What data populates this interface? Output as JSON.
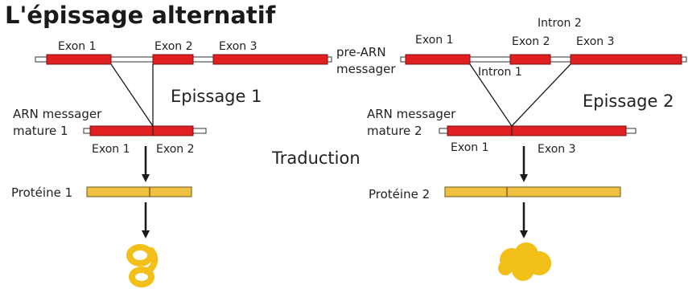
{
  "title": "L'épissage alternatif",
  "colors": {
    "exon": "#e02020",
    "exon_border": "#7a1010",
    "protein": "#f0c040",
    "protein_border": "#6b5a20",
    "shape": "#f2c018",
    "line": "#1a1a1a"
  },
  "labels": {
    "exon1_top_left": "Exon 1",
    "exon2_top_left": "Exon 2",
    "exon3_top_left": "Exon 3",
    "pre_arn_line1": "pre-ARN",
    "pre_arn_line2": "messager",
    "epissage1": "Epissage 1",
    "arn_mature1_line1": "ARN messager",
    "arn_mature1_line2": "mature 1",
    "mature1_exon1": "Exon 1",
    "mature1_exon2": "Exon 2",
    "traduction": "Traduction",
    "proteine1": "Protéine 1",
    "intron2": "Intron 2",
    "exon1_top_right": "Exon 1",
    "exon2_top_right": "Exon 2",
    "exon3_top_right": "Exon 3",
    "intron1": "Intron 1",
    "epissage2": "Epissage 2",
    "arn_mature2_line1": "ARN messager",
    "arn_mature2_line2": "mature 2",
    "mature2_exon1": "Exon 1",
    "mature2_exon3": "Exon 3",
    "proteine2": "Protéine 2"
  }
}
